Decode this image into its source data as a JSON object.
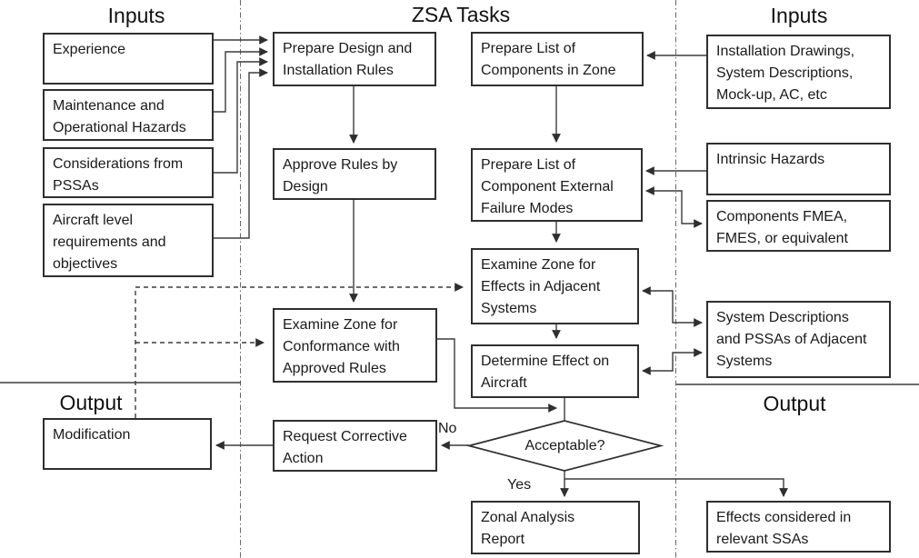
{
  "headers": {
    "inputs_left": "Inputs",
    "zsa_tasks": "ZSA Tasks",
    "inputs_right": "Inputs",
    "output_left": "Output",
    "output_right": "Output"
  },
  "nodes": {
    "experience": "Experience",
    "maintenance": "Maintenance and\nOperational Hazards",
    "considerations": "Considerations from\nPSSAs",
    "aircraft_level": "Aircraft level\nrequirements and\nobjectives",
    "modification": "Modification",
    "prepare_design": "Prepare Design and\nInstallation Rules",
    "approve_rules": "Approve Rules by\nDesign",
    "examine_conformance": "Examine Zone for\nConformance with\nApproved Rules",
    "request_corrective": "Request Corrective\nAction",
    "prepare_components": "Prepare List of\nComponents in Zone",
    "prepare_failure_modes": "Prepare List of\nComponent External\nFailure Modes",
    "examine_effects": "Examine Zone for\nEffects in Adjacent\nSystems",
    "determine_effect": "Determine Effect on\nAircraft",
    "zonal_report": "Zonal Analysis\nReport",
    "installation_drawings": "Installation Drawings,\nSystem Descriptions,\nMock-up, AC, etc",
    "intrinsic_hazards": "Intrinsic Hazards",
    "components_fmea": "Components FMEA,\nFMES, or equivalent",
    "system_descriptions": "System Descriptions\nand PSSAs of Adjacent\nSystems",
    "effects_considered": "Effects considered in\nrelevant SSAs"
  },
  "decision": {
    "acceptable": "Acceptable?"
  },
  "edge_labels": {
    "no": "No",
    "yes": "Yes"
  },
  "colors": {
    "background": "#ffffff",
    "box_border": "#2f2f2f",
    "connector_line": "#3b3b3b",
    "divider_line": "#6a6a6a",
    "text": "#1a1a1a"
  }
}
